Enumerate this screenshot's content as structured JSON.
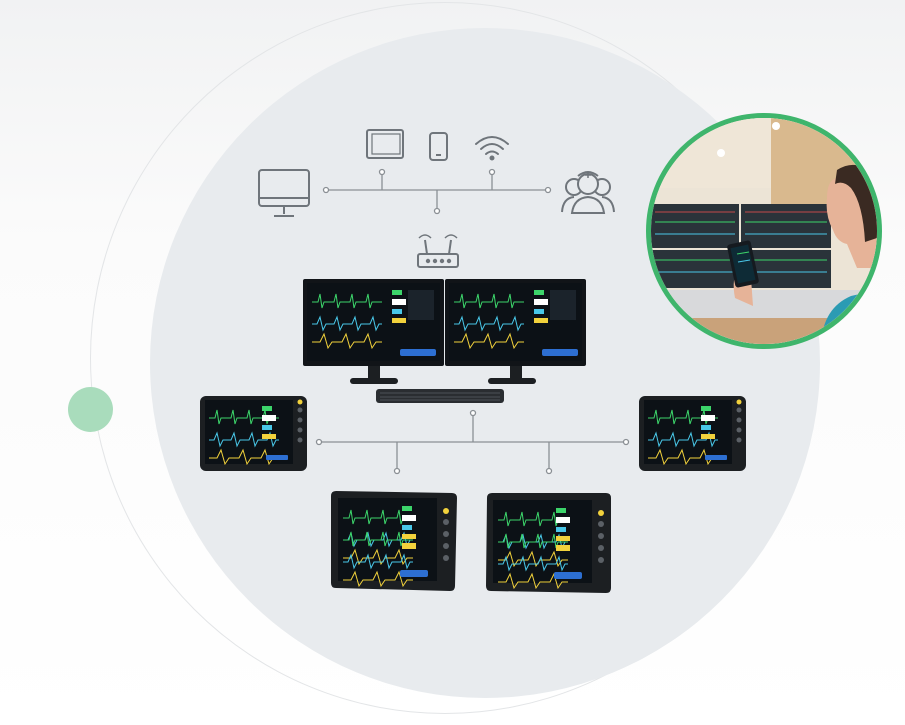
{
  "diagram": {
    "nodes": [
      "workstation-monitor-icon",
      "tablet-icon",
      "mobile-phone-icon",
      "wifi-icon",
      "medical-staff-icon",
      "wireless-router-icon",
      "central-station-dual-monitors",
      "bedside-patient-monitor"
    ],
    "edges": [
      [
        "workstation-monitor-icon",
        "medical-staff-icon"
      ],
      [
        "tablet-icon",
        "network-bus"
      ],
      [
        "mobile-phone-icon",
        "network-bus"
      ],
      [
        "wifi-icon",
        "network-bus"
      ],
      [
        "network-bus",
        "wireless-router-icon"
      ],
      [
        "central-station-dual-monitors",
        "bedside-network-bus"
      ],
      [
        "bedside-network-bus",
        "bedside-patient-monitor"
      ]
    ],
    "bedside_monitor_count": 4,
    "colors": {
      "accent_green": "#3fb56c",
      "soft_green": "#a9dcbc",
      "disc": "#e8ebee",
      "line": "#8a8f94",
      "screen": "#0c1116"
    }
  }
}
